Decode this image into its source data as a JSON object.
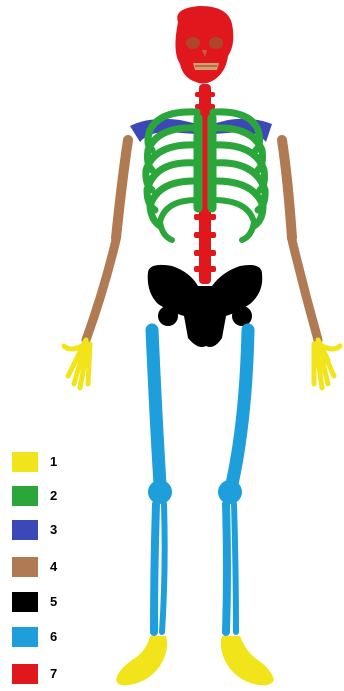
{
  "diagram": {
    "colors": {
      "red": "#e0181e",
      "green": "#2aa63a",
      "blue": "#3c48b8",
      "brown": "#b07a52",
      "black": "#000000",
      "cyan": "#1e9fdc",
      "yellow": "#f2e41a"
    },
    "legend": [
      {
        "label": "1",
        "color": "#f2e41a"
      },
      {
        "label": "2",
        "color": "#2aa63a"
      },
      {
        "label": "3",
        "color": "#3c48b8"
      },
      {
        "label": "4",
        "color": "#b07a52"
      },
      {
        "label": "5",
        "color": "#000000"
      },
      {
        "label": "6",
        "color": "#1e9fdc"
      },
      {
        "label": "7",
        "color": "#e0181e"
      }
    ]
  }
}
